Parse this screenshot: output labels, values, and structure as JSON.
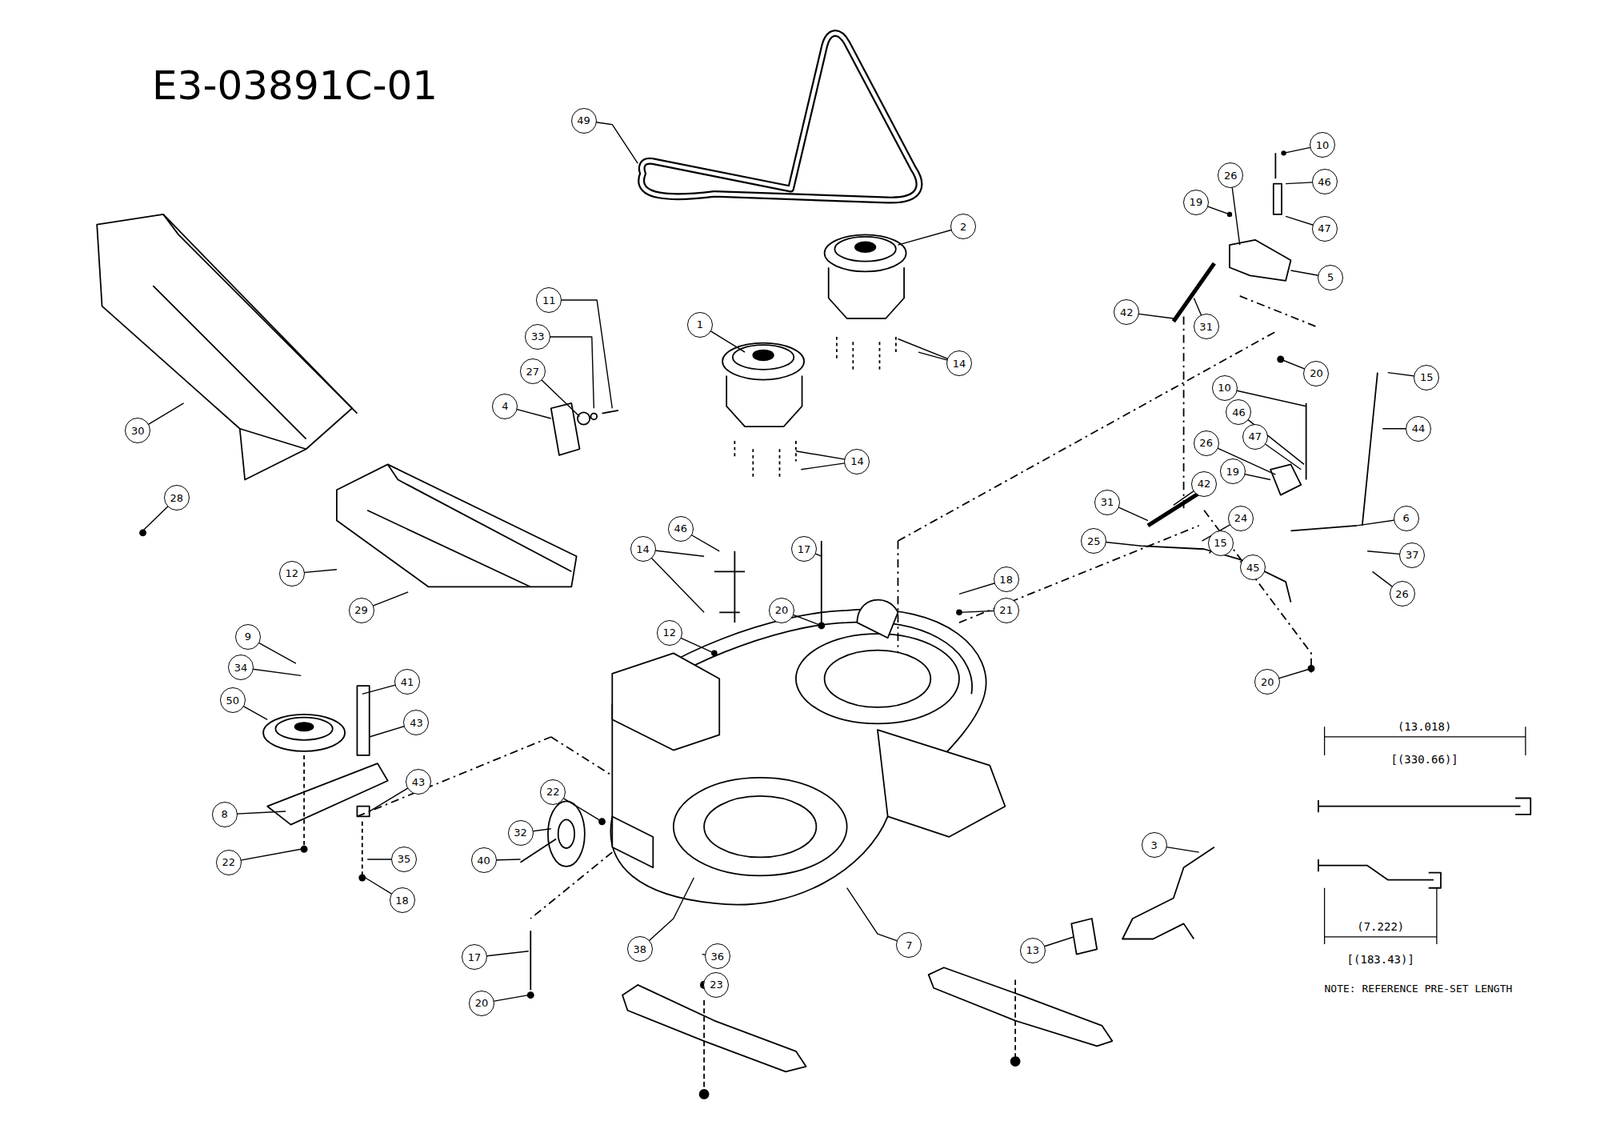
{
  "diagram": {
    "title": "E3-03891C-01",
    "labels": [
      "49",
      "2",
      "10",
      "26",
      "19",
      "46",
      "47",
      "5",
      "42",
      "31",
      "20",
      "14",
      "15",
      "44",
      "1",
      "11",
      "33",
      "27",
      "4",
      "14",
      "30",
      "28",
      "10",
      "46",
      "26",
      "47",
      "19",
      "42",
      "31",
      "24",
      "25",
      "15",
      "45",
      "6",
      "37",
      "26",
      "46",
      "14",
      "17",
      "12",
      "29",
      "20",
      "18",
      "21",
      "12",
      "20",
      "9",
      "34",
      "50",
      "41",
      "43",
      "8",
      "43",
      "22",
      "35",
      "18",
      "22",
      "32",
      "40",
      "38",
      "36",
      "23",
      "7",
      "17",
      "20",
      "3",
      "13",
      "(13.018)",
      "[(330.66)]",
      "(7.222)",
      "[(183.43)]",
      "NOTE: REFERENCE PRE-SET LENGTH"
    ]
  }
}
